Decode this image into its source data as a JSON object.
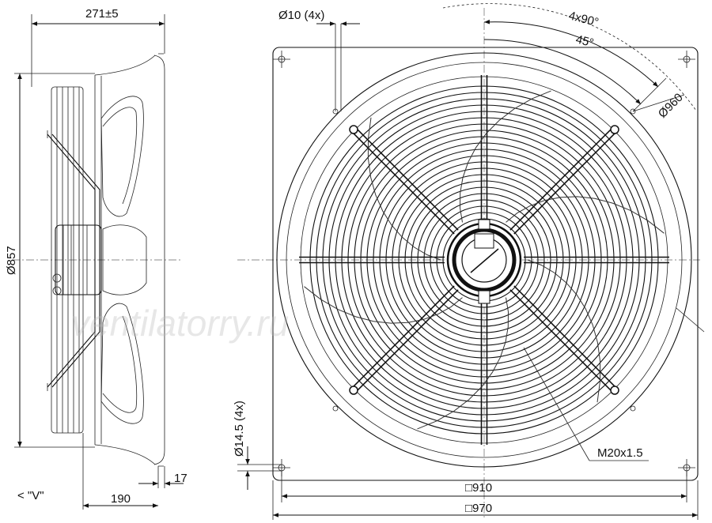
{
  "watermark": "ventilatorry.ru",
  "side_view": {
    "depth_label": "271±5",
    "diameter_label": "Ø857",
    "flange_label": "17",
    "offset_label": "190",
    "view_marker": "< \"V\""
  },
  "front_view": {
    "hole_label": "Ø10 (4x)",
    "angle_label": "4x90°",
    "angle2_label": "45°",
    "circle_label": "Ø960",
    "corner_hole_label": "Ø14.5 (4x)",
    "thread_label": "M20x1.5",
    "inner_square_label": "□910",
    "outer_square_label": "□970"
  }
}
